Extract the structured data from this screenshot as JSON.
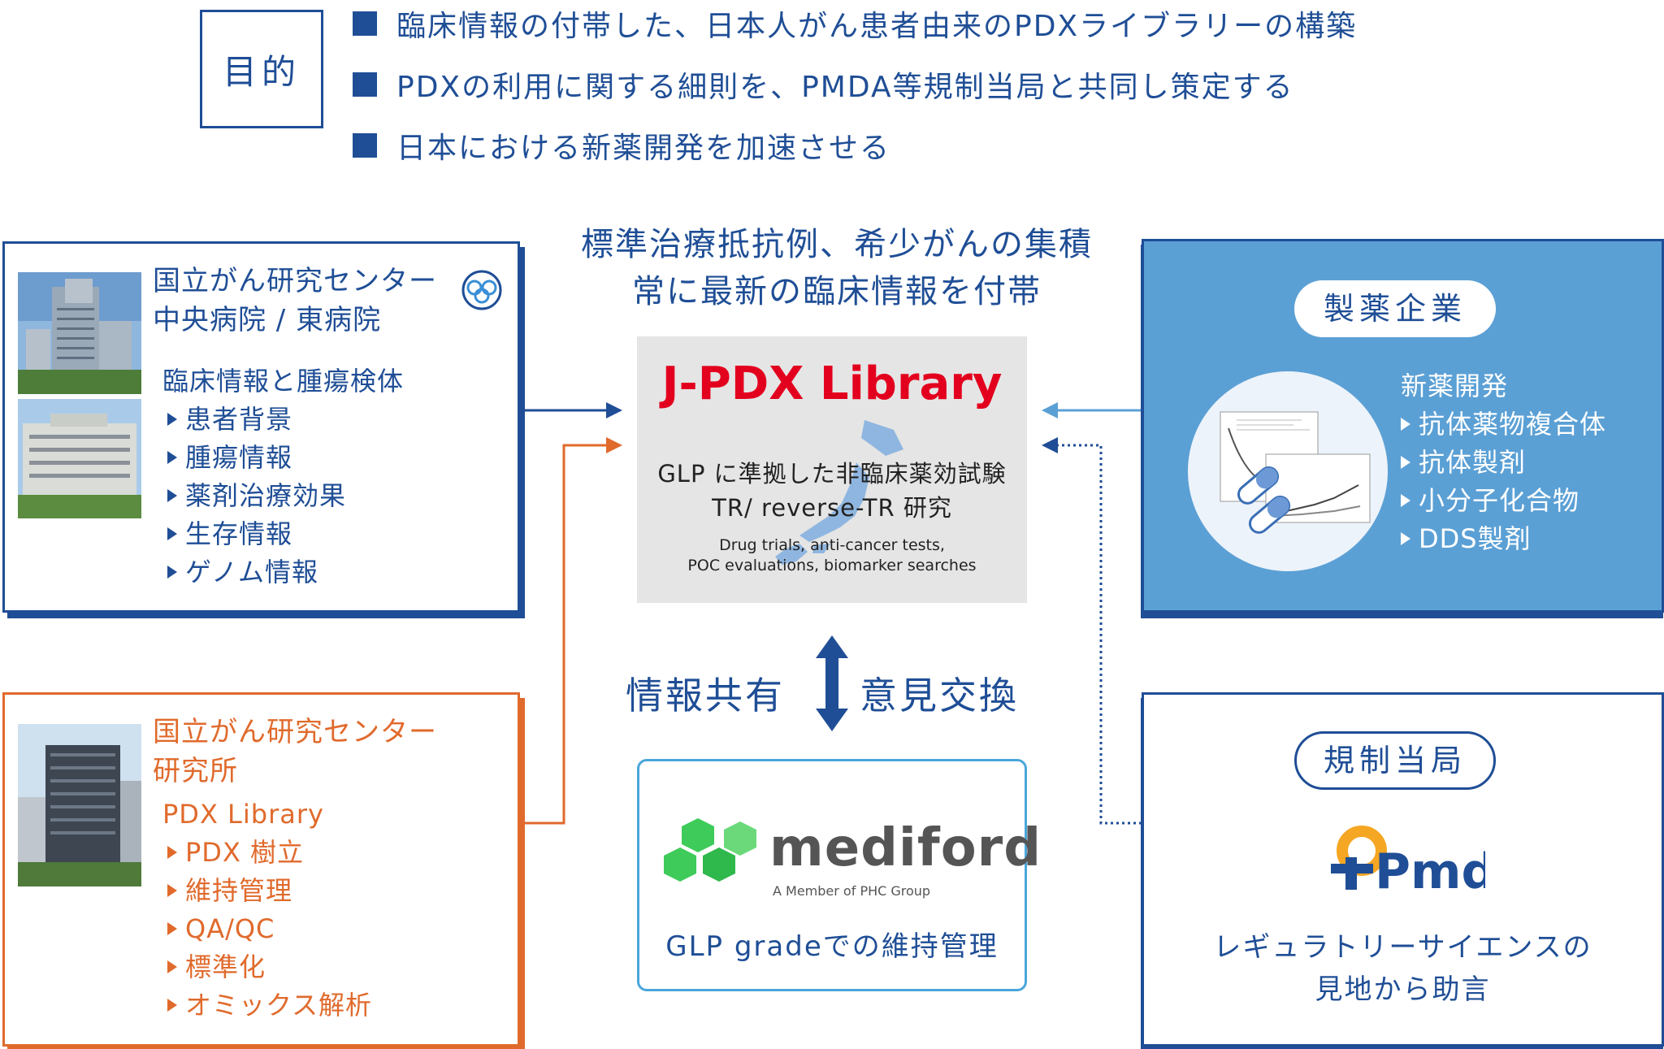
{
  "objectives": {
    "label": "目的",
    "items": [
      "臨床情報の付帯した、日本人がん患者由来のPDXライブラリーの構築",
      "PDXの利用に関する細則を、PMDA等規制当局と共同し策定する",
      "日本における新薬開発を加速させる"
    ]
  },
  "ncc_hospital": {
    "title_line1": "国立がん研究センター",
    "title_line2": "中央病院 / 東病院",
    "subtitle": "臨床情報と腫瘍検体",
    "items": [
      "患者背景",
      "腫瘍情報",
      "薬剤治療効果",
      "生存情報",
      "ゲノム情報"
    ]
  },
  "ncc_institute": {
    "title_line1": "国立がん研究センター",
    "title_line2": "研究所",
    "subtitle": "PDX Library",
    "items": [
      "PDX 樹立",
      "維持管理",
      "QA/QC",
      "標準化",
      "オミックス解析"
    ]
  },
  "center": {
    "head_line1": "標準治療抵抗例、希少がんの集積",
    "head_line2": "常に最新の臨床情報を付帯",
    "library_title": "J-PDX Library",
    "library_jp_line1": "GLP に準拠した非臨床薬効試験",
    "library_jp_line2": "TR/ reverse-TR 研究",
    "library_en_line1": "Drug trials, anti-cancer tests,",
    "library_en_line2": "POC evaluations, biomarker searches",
    "share_left": "情報共有",
    "share_right": "意見交換"
  },
  "mediford": {
    "name": "mediford",
    "tagline": "A Member of PHC Group",
    "caption": "GLP gradeでの維持管理"
  },
  "pharma": {
    "label": "製薬企業",
    "heading": "新薬開発",
    "items": [
      "抗体薬物複合体",
      "抗体製剤",
      "小分子化合物",
      "DDS製剤"
    ]
  },
  "regulator": {
    "label": "規制当局",
    "logo_text": "Pmda",
    "text_line1": "レギュラトリーサイエンスの",
    "text_line2": "見地から助言"
  },
  "colors": {
    "navy": "#1f4e96",
    "orange": "#e06a2c",
    "light_blue": "#5ba0d5",
    "red": "#e3001e",
    "mediford_green": "#3ecb5a"
  }
}
